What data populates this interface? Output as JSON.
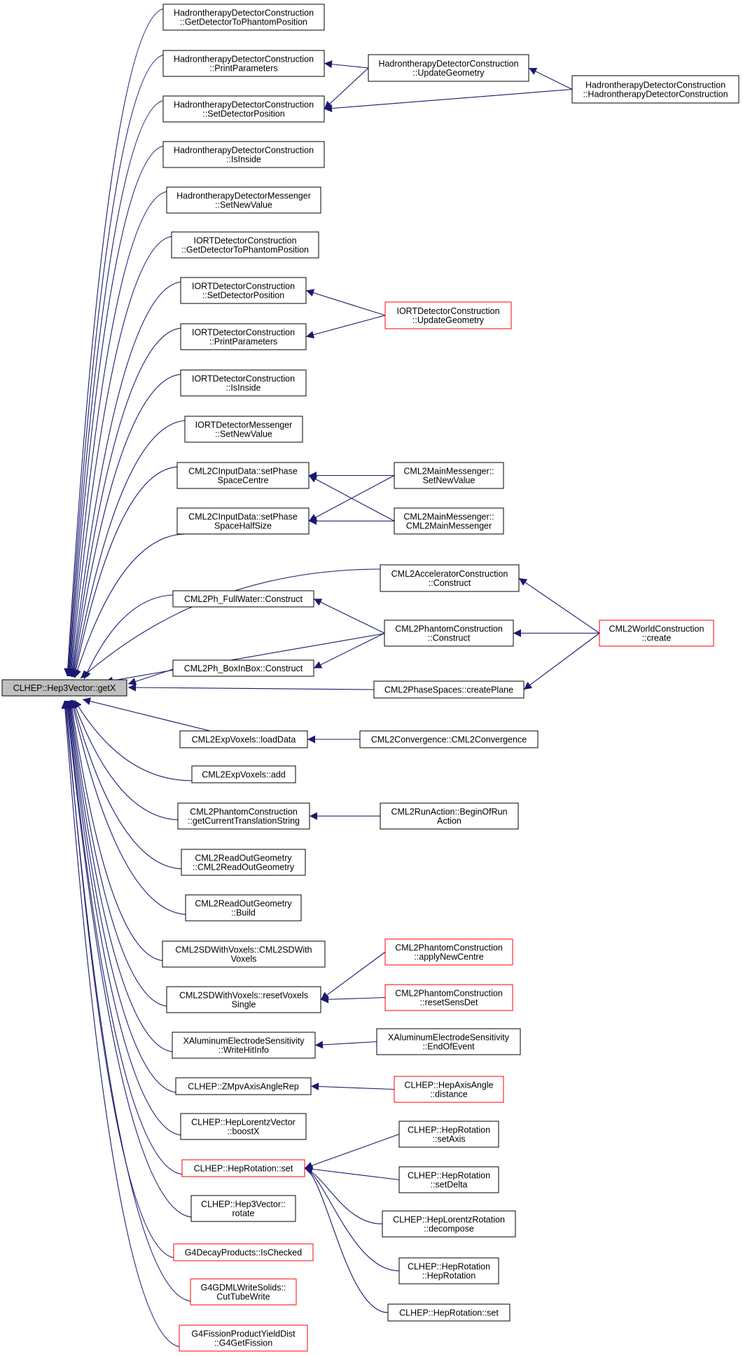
{
  "colors": {
    "edge": "#191970",
    "node_border": "#000000",
    "node_border_truncated": "#ff0000",
    "root_fill": "#bfbfbf",
    "node_fill": "#ffffff"
  },
  "root": {
    "id": "root",
    "lines": [
      "CLHEP::Hep3Vector::getX"
    ]
  },
  "nodes": [
    {
      "id": "n1",
      "lines": [
        "HadrontherapyDetectorConstruction",
        "::GetDetectorToPhantomPosition"
      ],
      "truncated": false
    },
    {
      "id": "n2",
      "lines": [
        "HadrontherapyDetectorConstruction",
        "::PrintParameters"
      ],
      "truncated": false
    },
    {
      "id": "n3",
      "lines": [
        "HadrontherapyDetectorConstruction",
        "::SetDetectorPosition"
      ],
      "truncated": false
    },
    {
      "id": "n4",
      "lines": [
        "HadrontherapyDetectorConstruction",
        "::IsInside"
      ],
      "truncated": false
    },
    {
      "id": "n5",
      "lines": [
        "HadrontherapyDetectorMessenger",
        "::SetNewValue"
      ],
      "truncated": false
    },
    {
      "id": "n6",
      "lines": [
        "IORTDetectorConstruction",
        "::GetDetectorToPhantomPosition"
      ],
      "truncated": false
    },
    {
      "id": "n7",
      "lines": [
        "IORTDetectorConstruction",
        "::SetDetectorPosition"
      ],
      "truncated": false
    },
    {
      "id": "n8",
      "lines": [
        "IORTDetectorConstruction",
        "::PrintParameters"
      ],
      "truncated": false
    },
    {
      "id": "n9",
      "lines": [
        "IORTDetectorConstruction",
        "::IsInside"
      ],
      "truncated": false
    },
    {
      "id": "n10",
      "lines": [
        "IORTDetectorMessenger",
        "::SetNewValue"
      ],
      "truncated": false
    },
    {
      "id": "n11",
      "lines": [
        "CML2CInputData::setPhase",
        "SpaceCentre"
      ],
      "truncated": false
    },
    {
      "id": "n12",
      "lines": [
        "CML2CInputData::setPhase",
        "SpaceHalfSize"
      ],
      "truncated": false
    },
    {
      "id": "n13",
      "lines": [
        "CML2Ph_FullWater::Construct"
      ],
      "truncated": false
    },
    {
      "id": "n14",
      "lines": [
        "CML2Ph_BoxInBox::Construct"
      ],
      "truncated": false
    },
    {
      "id": "n15",
      "lines": [
        "CML2ExpVoxels::loadData"
      ],
      "truncated": false
    },
    {
      "id": "n16",
      "lines": [
        "CML2ExpVoxels::add"
      ],
      "truncated": false
    },
    {
      "id": "n17",
      "lines": [
        "CML2PhantomConstruction",
        "::getCurrentTranslationString"
      ],
      "truncated": false
    },
    {
      "id": "n18",
      "lines": [
        "CML2ReadOutGeometry",
        "::CML2ReadOutGeometry"
      ],
      "truncated": false
    },
    {
      "id": "n19",
      "lines": [
        "CML2ReadOutGeometry",
        "::Build"
      ],
      "truncated": false
    },
    {
      "id": "n20",
      "lines": [
        "CML2SDWithVoxels::CML2SDWith",
        "Voxels"
      ],
      "truncated": false
    },
    {
      "id": "n21",
      "lines": [
        "CML2SDWithVoxels::resetVoxels",
        "Single"
      ],
      "truncated": false
    },
    {
      "id": "n22",
      "lines": [
        "XAluminumElectrodeSensitivity",
        "::WriteHitInfo"
      ],
      "truncated": false
    },
    {
      "id": "n23",
      "lines": [
        "CLHEP::ZMpvAxisAngleRep"
      ],
      "truncated": false
    },
    {
      "id": "n24",
      "lines": [
        "CLHEP::HepLorentzVector",
        "::boostX"
      ],
      "truncated": false
    },
    {
      "id": "n25",
      "lines": [
        "CLHEP::HepRotation::set"
      ],
      "truncated": true
    },
    {
      "id": "n26",
      "lines": [
        "CLHEP::Hep3Vector::",
        "rotate"
      ],
      "truncated": false
    },
    {
      "id": "n27",
      "lines": [
        "G4DecayProducts::IsChecked"
      ],
      "truncated": true
    },
    {
      "id": "n28",
      "lines": [
        "G4GDMLWriteSolids::",
        "CutTubeWrite"
      ],
      "truncated": true
    },
    {
      "id": "n29",
      "lines": [
        "G4FissionProductYieldDist",
        "::G4GetFission"
      ],
      "truncated": true
    },
    {
      "id": "m1",
      "lines": [
        "HadrontherapyDetectorConstruction",
        "::UpdateGeometry"
      ],
      "truncated": false
    },
    {
      "id": "m2",
      "lines": [
        "HadrontherapyDetectorConstruction",
        "::HadrontherapyDetectorConstruction"
      ],
      "truncated": false
    },
    {
      "id": "m3",
      "lines": [
        "IORTDetectorConstruction",
        "::UpdateGeometry"
      ],
      "truncated": true
    },
    {
      "id": "m4",
      "lines": [
        "CML2MainMessenger::",
        "SetNewValue"
      ],
      "truncated": false
    },
    {
      "id": "m5",
      "lines": [
        "CML2MainMessenger::",
        "CML2MainMessenger"
      ],
      "truncated": false
    },
    {
      "id": "m6",
      "lines": [
        "CML2AcceleratorConstruction",
        "::Construct"
      ],
      "truncated": false
    },
    {
      "id": "m7",
      "lines": [
        "CML2PhantomConstruction",
        "::Construct"
      ],
      "truncated": false
    },
    {
      "id": "m8",
      "lines": [
        "CML2WorldConstruction",
        "::create"
      ],
      "truncated": true
    },
    {
      "id": "m9",
      "lines": [
        "CML2PhaseSpaces::createPlane"
      ],
      "truncated": false
    },
    {
      "id": "m10",
      "lines": [
        "CML2Convergence::CML2Convergence"
      ],
      "truncated": false
    },
    {
      "id": "m11",
      "lines": [
        "CML2RunAction::BeginOfRun",
        "Action"
      ],
      "truncated": false
    },
    {
      "id": "m12",
      "lines": [
        "CML2PhantomConstruction",
        "::applyNewCentre"
      ],
      "truncated": true
    },
    {
      "id": "m13",
      "lines": [
        "CML2PhantomConstruction",
        "::resetSensDet"
      ],
      "truncated": true
    },
    {
      "id": "m14",
      "lines": [
        "XAluminumElectrodeSensitivity",
        "::EndOfEvent"
      ],
      "truncated": false
    },
    {
      "id": "m15",
      "lines": [
        "CLHEP::HepAxisAngle",
        "::distance"
      ],
      "truncated": true
    },
    {
      "id": "m16",
      "lines": [
        "CLHEP::HepRotation",
        "::setAxis"
      ],
      "truncated": false
    },
    {
      "id": "m17",
      "lines": [
        "CLHEP::HepRotation",
        "::setDelta"
      ],
      "truncated": false
    },
    {
      "id": "m18",
      "lines": [
        "CLHEP::HepLorentzRotation",
        "::decompose"
      ],
      "truncated": false
    },
    {
      "id": "m19",
      "lines": [
        "CLHEP::HepRotation",
        "::HepRotation"
      ],
      "truncated": false
    },
    {
      "id": "m20",
      "lines": [
        "CLHEP::HepRotation::set"
      ],
      "truncated": false
    }
  ],
  "edges": [
    [
      "n1",
      "root"
    ],
    [
      "n2",
      "root"
    ],
    [
      "n3",
      "root"
    ],
    [
      "n4",
      "root"
    ],
    [
      "n5",
      "root"
    ],
    [
      "n6",
      "root"
    ],
    [
      "n7",
      "root"
    ],
    [
      "n8",
      "root"
    ],
    [
      "n9",
      "root"
    ],
    [
      "n10",
      "root"
    ],
    [
      "n11",
      "root"
    ],
    [
      "n12",
      "root"
    ],
    [
      "m6",
      "root"
    ],
    [
      "n13",
      "root"
    ],
    [
      "m7",
      "root"
    ],
    [
      "n14",
      "root"
    ],
    [
      "m9",
      "root"
    ],
    [
      "n15",
      "root"
    ],
    [
      "n16",
      "root"
    ],
    [
      "n17",
      "root"
    ],
    [
      "n18",
      "root"
    ],
    [
      "n19",
      "root"
    ],
    [
      "n20",
      "root"
    ],
    [
      "n21",
      "root"
    ],
    [
      "n22",
      "root"
    ],
    [
      "n23",
      "root"
    ],
    [
      "n24",
      "root"
    ],
    [
      "n25",
      "root"
    ],
    [
      "n26",
      "root"
    ],
    [
      "n27",
      "root"
    ],
    [
      "n28",
      "root"
    ],
    [
      "n29",
      "root"
    ],
    [
      "m1",
      "n2"
    ],
    [
      "m1",
      "n3"
    ],
    [
      "m2",
      "m1"
    ],
    [
      "m2",
      "n3"
    ],
    [
      "m3",
      "n7"
    ],
    [
      "m3",
      "n8"
    ],
    [
      "m4",
      "n11"
    ],
    [
      "m4",
      "n12"
    ],
    [
      "m5",
      "n11"
    ],
    [
      "m5",
      "n12"
    ],
    [
      "m8",
      "m6"
    ],
    [
      "m7",
      "n13"
    ],
    [
      "m7",
      "n14"
    ],
    [
      "m8",
      "m7"
    ],
    [
      "m8",
      "m9"
    ],
    [
      "m10",
      "n15"
    ],
    [
      "m11",
      "n17"
    ],
    [
      "m12",
      "n21"
    ],
    [
      "m13",
      "n21"
    ],
    [
      "m14",
      "n22"
    ],
    [
      "m15",
      "n23"
    ],
    [
      "m16",
      "n25"
    ],
    [
      "m17",
      "n25"
    ],
    [
      "m18",
      "n25"
    ],
    [
      "m19",
      "n25"
    ],
    [
      "m20",
      "n25"
    ]
  ]
}
